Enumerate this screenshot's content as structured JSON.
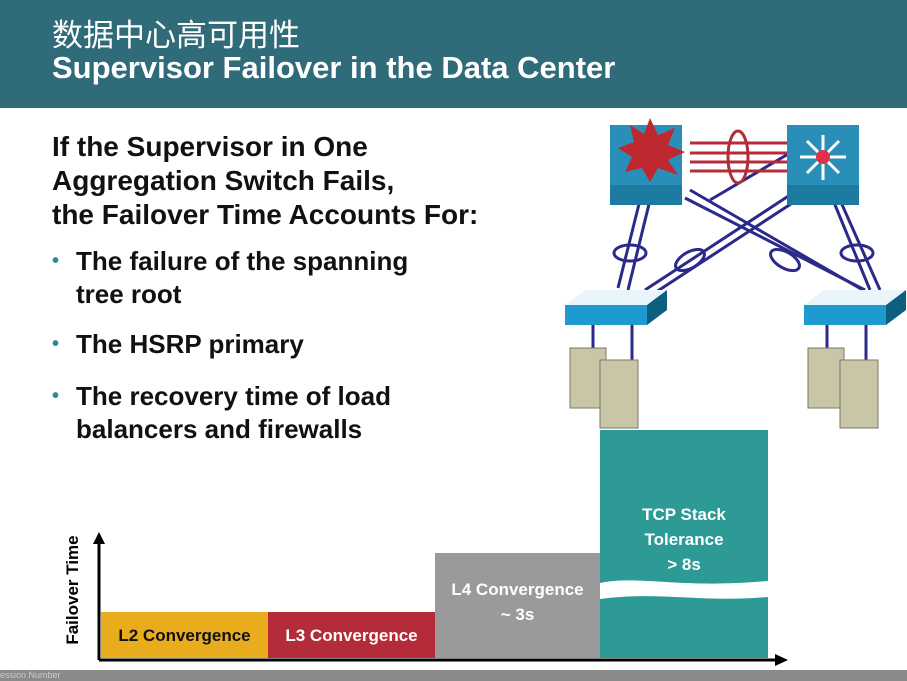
{
  "header": {
    "title_cn": "数据中心高可用性",
    "title_en": "Supervisor Failover in the Data Center"
  },
  "heading": [
    "If the Supervisor in One",
    "Aggregation Switch Fails,",
    "the Failover Time Accounts For:"
  ],
  "bullets": [
    [
      "The failure of the spanning",
      "tree root"
    ],
    [
      "The HSRP primary"
    ],
    [
      "The recovery time of load",
      "balancers and firewalls"
    ]
  ],
  "chart": {
    "ylabel": "Failover Time",
    "bars": [
      {
        "label": "L2 Convergence",
        "color": "#e8ac1c"
      },
      {
        "label": "L3 Convergence",
        "color": "#b42c3a"
      },
      {
        "label": "L4 Convergence ~ 3s",
        "line1": "L4 Convergence",
        "line2": "~ 3s",
        "color": "#9a9a9a"
      },
      {
        "line1": "TCP Stack",
        "line2": "Tolerance",
        "line3": "> 8s",
        "color": "#2e9a96"
      }
    ]
  },
  "footer": "ession Number"
}
